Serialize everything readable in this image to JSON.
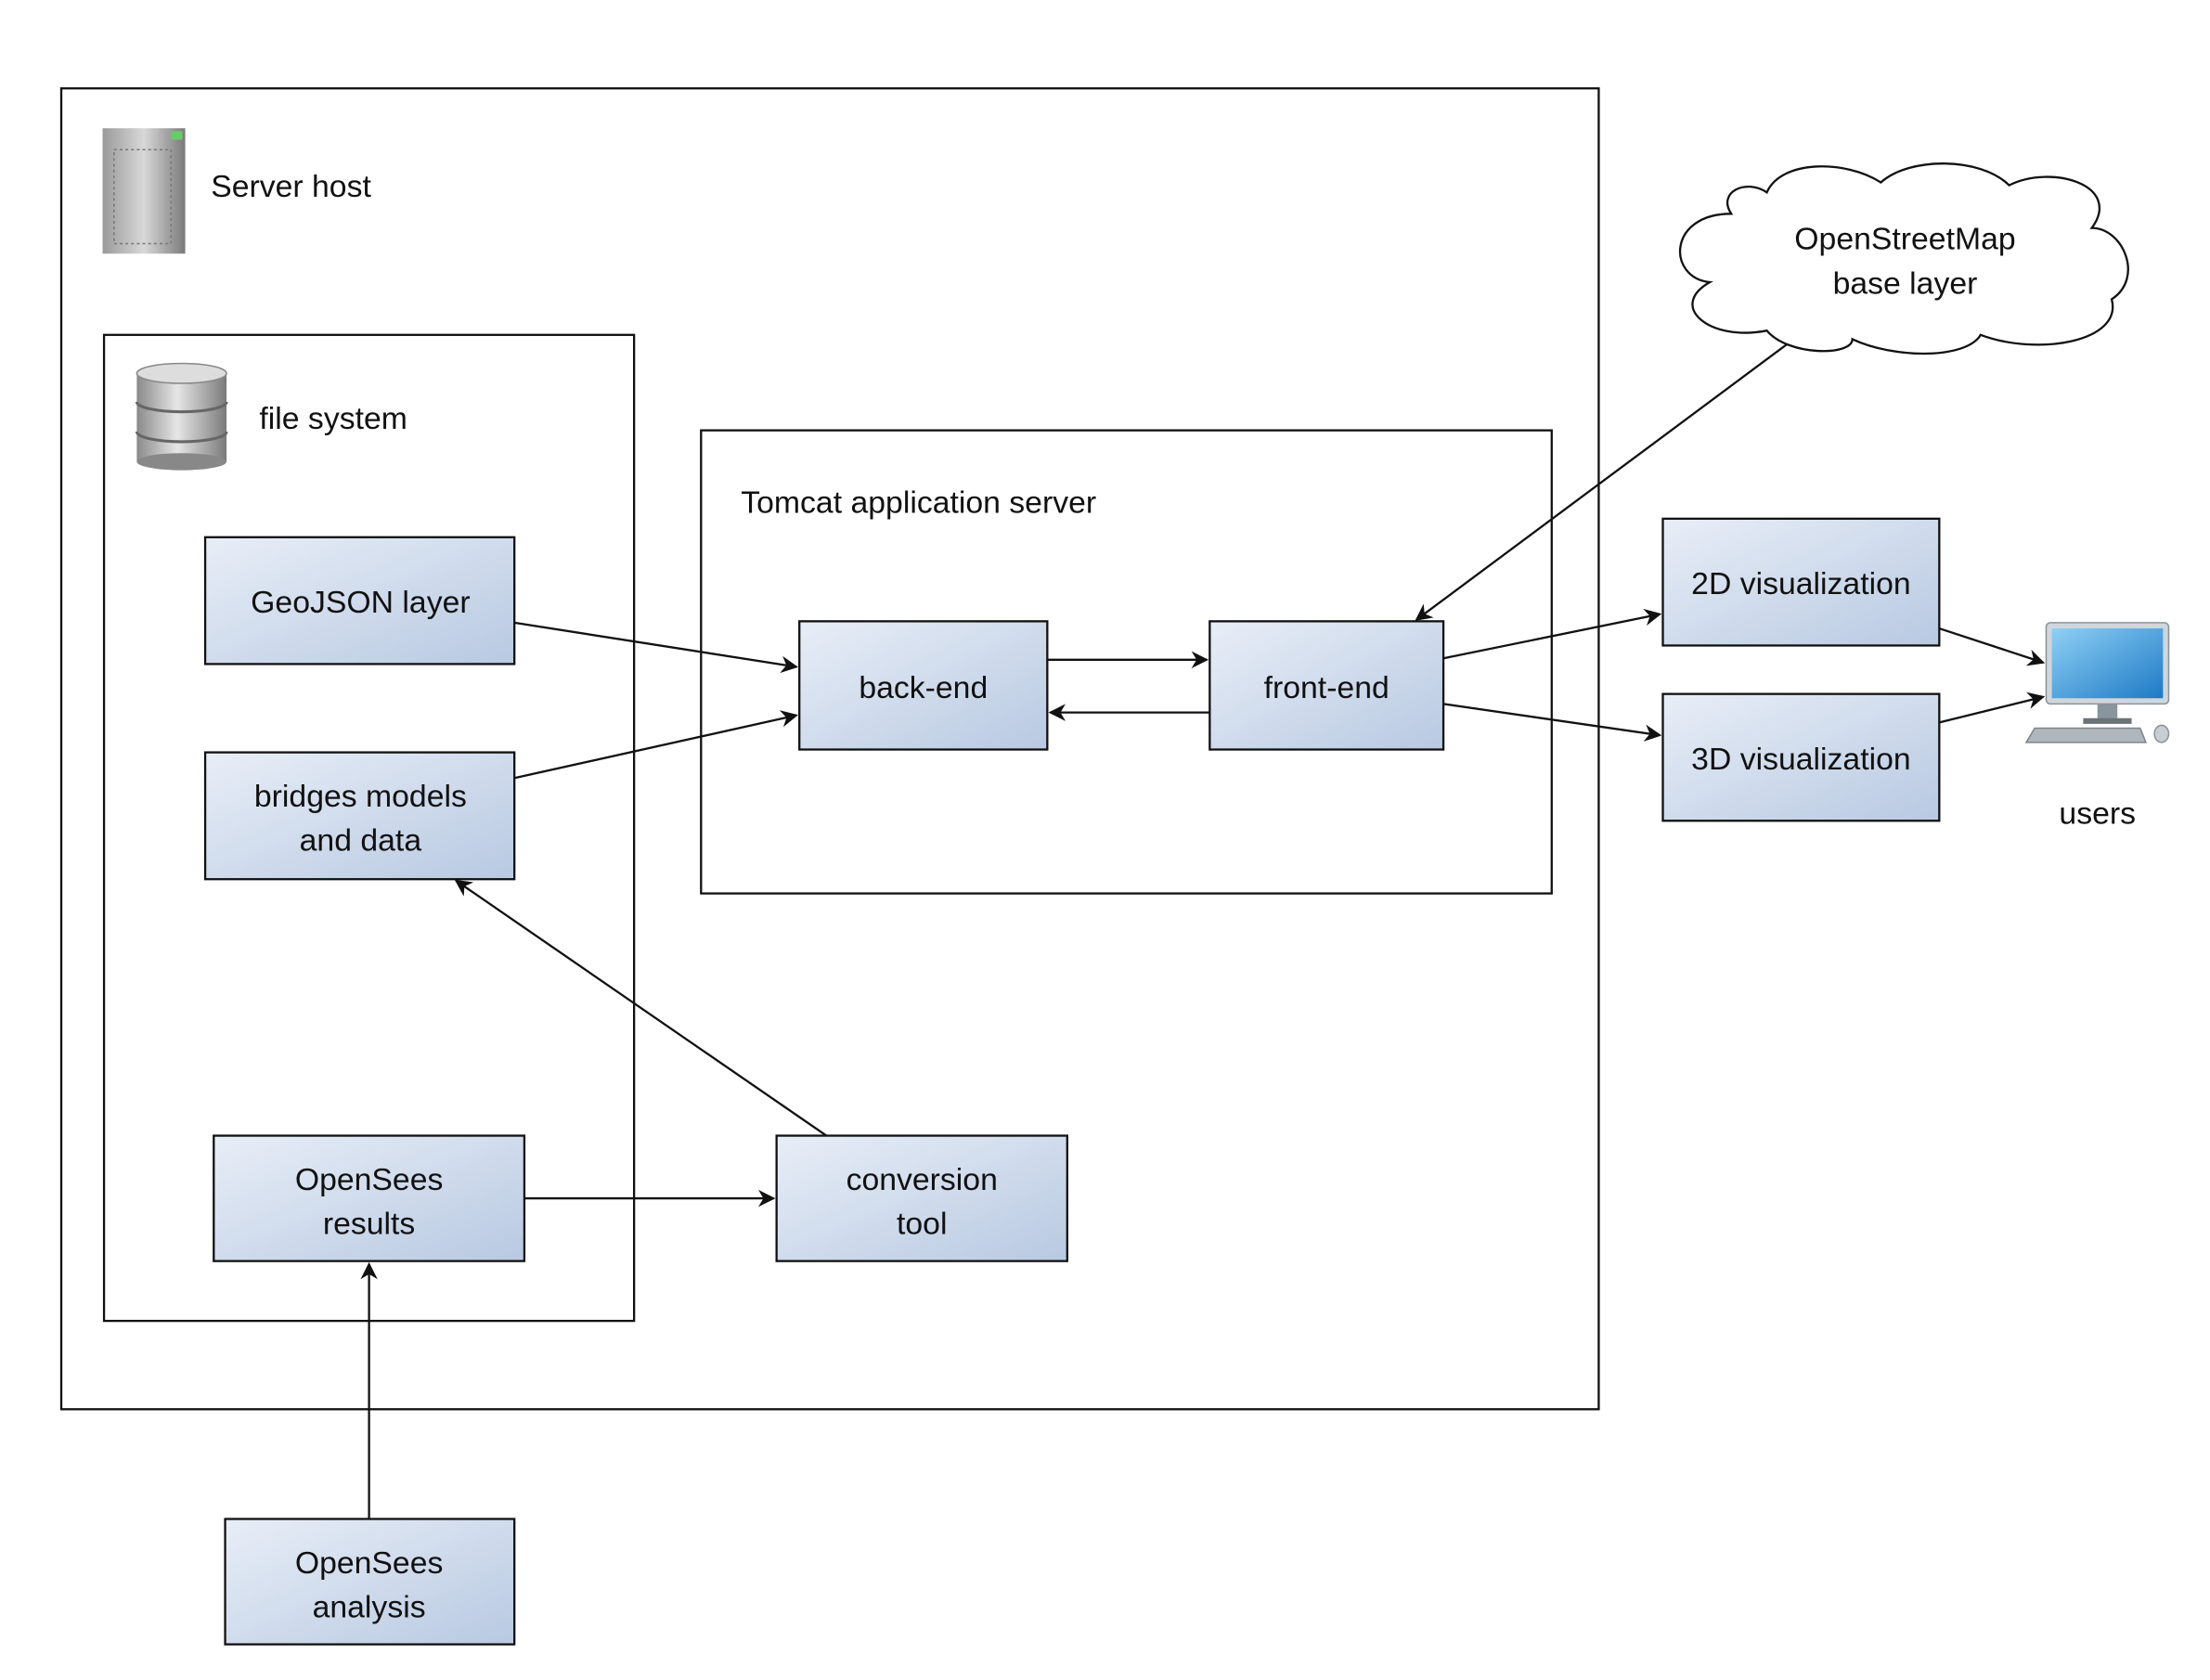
{
  "containers": {
    "server_host": "Server host",
    "file_system": "file system",
    "tomcat": "Tomcat application server"
  },
  "nodes": {
    "geojson": "GeoJSON layer",
    "bridges": [
      "bridges models",
      "and data"
    ],
    "opensees_results": [
      "OpenSees",
      "results"
    ],
    "conversion_tool": [
      "conversion",
      "tool"
    ],
    "back_end": "back-end",
    "front_end": "front-end",
    "viz_2d": "2D visualization",
    "viz_3d": "3D visualization",
    "opensees_analysis": [
      "OpenSees",
      "analysis"
    ],
    "osm": [
      "OpenStreetMap",
      "base layer"
    ],
    "users": "users"
  },
  "icons": {
    "server": "server-tower-icon",
    "database": "database-icon",
    "computer": "desktop-computer-icon",
    "cloud": "cloud-shape"
  },
  "colors": {
    "box_gradient_start": "#e8eef7",
    "box_gradient_end": "#b8c9e2",
    "stroke": "#111111"
  }
}
